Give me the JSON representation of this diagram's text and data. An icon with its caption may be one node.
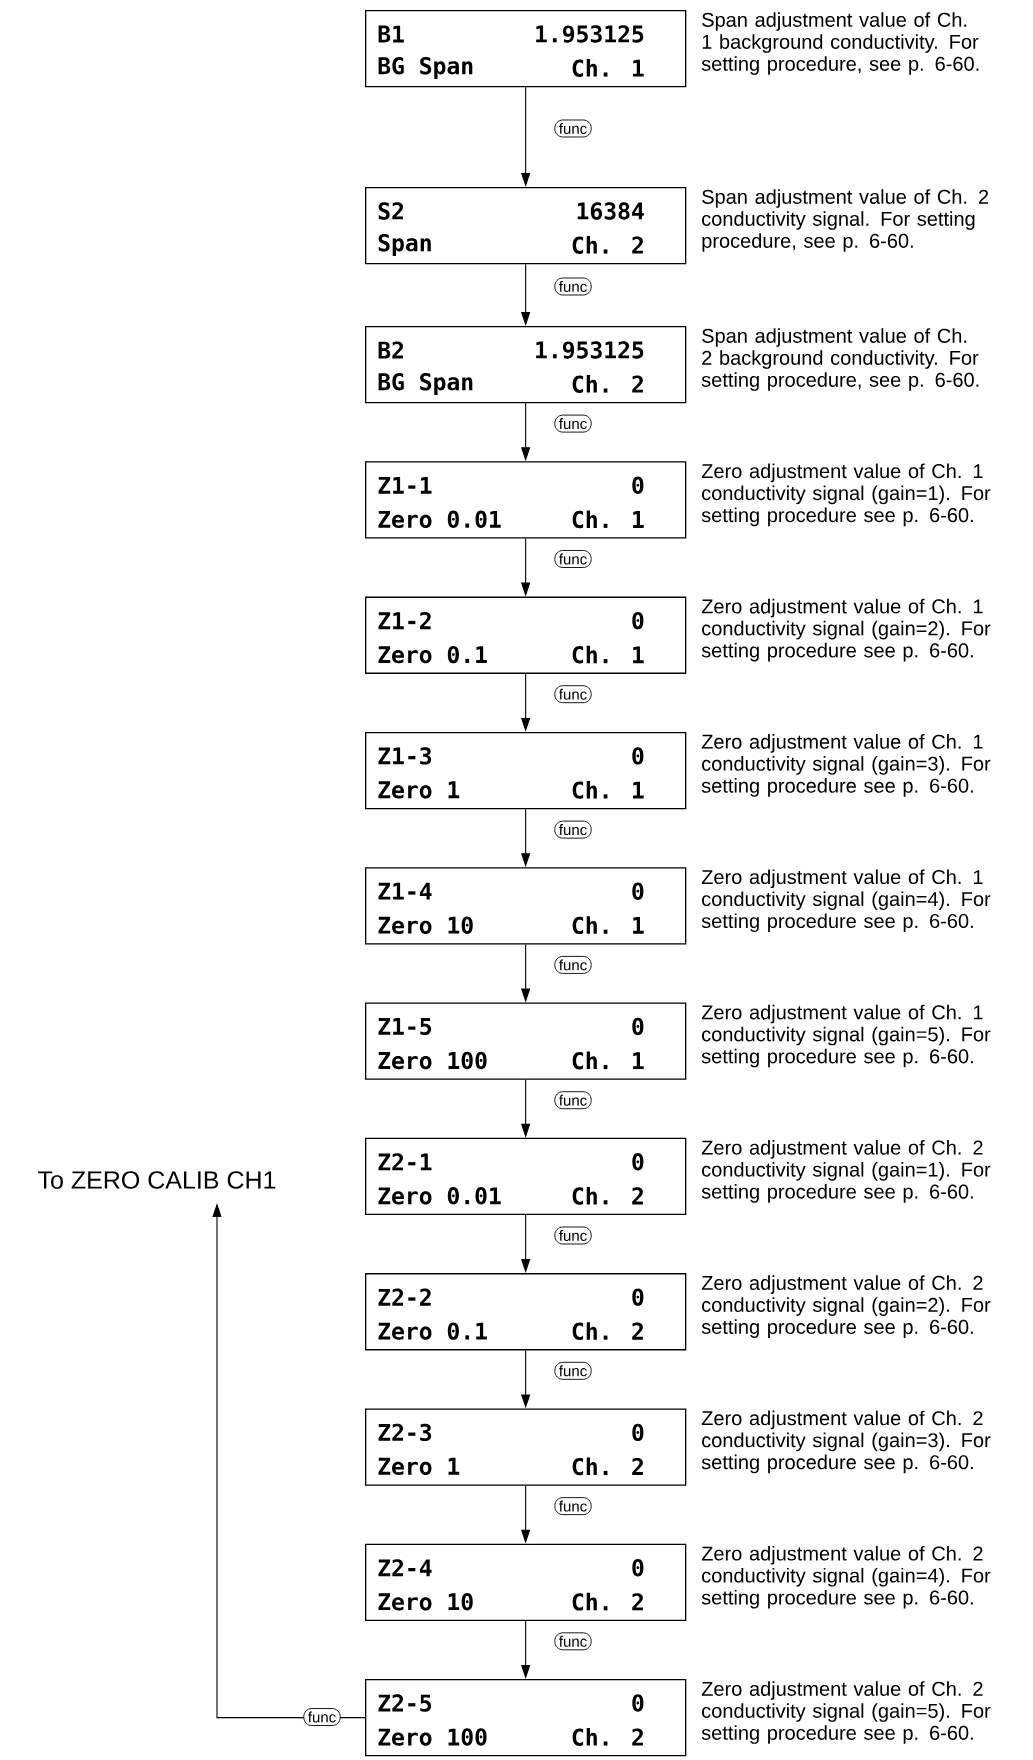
{
  "diagram": {
    "nodes": [
      {
        "text": [
          "B1",
          "1.953125",
          "BG Span",
          "Ch. 1"
        ],
        "beside": [
          "Span adjustment value of Ch. 1 background conductivity. For setting procedure, see p. 6-60."
        ]
      },
      {
        "text": [
          "S2",
          "16384",
          "Span",
          "Ch. 2"
        ],
        "beside": [
          "Span adjustment value of Ch. 2 conductivity signal. For setting procedure, see p. 6-60."
        ]
      },
      {
        "text": [
          "B2",
          "1.953125",
          "BG Span",
          "Ch. 2"
        ],
        "beside": [
          "Span adjustment value of Ch. 2 background conductivity. For setting procedure, see p. 6-60."
        ]
      },
      {
        "text": [
          "Z1-1",
          "0",
          "Zero 0.01",
          "Ch. 1"
        ],
        "beside": [
          "Zero adjustment value of Ch. 1 conductivity signal (gain=1). For setting procedure see p. 6-60."
        ]
      },
      {
        "text": [
          "Z1-2",
          "0",
          "Zero 0.1",
          "Ch. 1"
        ],
        "beside": [
          "Zero adjustment value of Ch. 1 conductivity signal (gain=2). For setting procedure see p. 6-60."
        ]
      },
      {
        "text": [
          "Z1-3",
          "0",
          "Zero 1",
          "Ch. 1"
        ],
        "beside": [
          "Zero adjustment value of Ch. 1 conductivity signal (gain=3). For setting procedure see p. 6-60."
        ]
      },
      {
        "text": [
          "Z1-4",
          "0",
          "Zero 10",
          "Ch. 1"
        ],
        "beside": [
          "Zero adjustment value of Ch. 1 conductivity signal (gain=4). For setting procedure see p. 6-60."
        ]
      },
      {
        "text": [
          "Z1-5",
          "0",
          "Zero 100",
          "Ch. 1"
        ],
        "beside": [
          "Zero adjustment value of Ch. 1 conductivity signal (gain=5). For setting procedure see p. 6-60."
        ]
      },
      {
        "text": [
          "Z2-1",
          "0",
          "Zero 0.01",
          "Ch. 2"
        ],
        "beside": [
          "Zero adjustment value of Ch. 2 conductivity signal (gain=1). For setting procedure see p. 6-60."
        ]
      },
      {
        "text": [
          "Z2-2",
          "0",
          "Zero 0.1",
          "Ch. 2"
        ],
        "beside": [
          "Zero adjustment value of Ch. 2 conductivity signal (gain=2). For setting procedure see p. 6-60."
        ]
      },
      {
        "text": [
          "Z2-3",
          "0",
          "Zero 1",
          "Ch. 2"
        ],
        "beside": [
          "Zero adjustment value of Ch. 2 conductivity signal (gain=3). For setting procedure see p. 6-60."
        ]
      },
      {
        "text": [
          "Z2-4",
          "0",
          "Zero 10",
          "Ch. 2"
        ],
        "beside": [
          "Zero adjustment value of Ch. 2 conductivity signal (gain=4). For setting procedure see p. 6-60."
        ]
      },
      {
        "text": [
          "Z2-5",
          "0",
          "Zero 100",
          "Ch. 2"
        ],
        "beside": [
          "Zero adjustment value of Ch. 2 conductivity signal (gain=5). For setting procedure see p. 6-60."
        ]
      },
      {
        "text": [
          "To ZERO CALIB CH1"
        ]
      }
    ],
    "edges": [
      {
        "from": 0,
        "to": 1,
        "arrow": "to",
        "label": "func"
      },
      {
        "from": 1,
        "to": 2,
        "arrow": "to",
        "label": "func"
      },
      {
        "from": 2,
        "to": 3,
        "arrow": "to",
        "label": "func"
      },
      {
        "from": 3,
        "to": 4,
        "arrow": "to",
        "label": "func"
      },
      {
        "from": 4,
        "to": 5,
        "arrow": "to",
        "label": "func"
      },
      {
        "from": 5,
        "to": 6,
        "arrow": "to",
        "label": "func"
      },
      {
        "from": 6,
        "to": 7,
        "arrow": "to",
        "label": "func"
      },
      {
        "from": 7,
        "to": 8,
        "arrow": "to",
        "label": "func"
      },
      {
        "from": 8,
        "to": 9,
        "arrow": "to",
        "label": "func"
      },
      {
        "from": 9,
        "to": 10,
        "arrow": "to",
        "label": "func"
      },
      {
        "from": 10,
        "to": 11,
        "arrow": "to",
        "label": "func"
      },
      {
        "from": 11,
        "to": 12,
        "arrow": "to",
        "label": "func"
      },
      {
        "from": 12,
        "to": 13,
        "arrow": "to",
        "label": "func"
      }
    ]
  }
}
